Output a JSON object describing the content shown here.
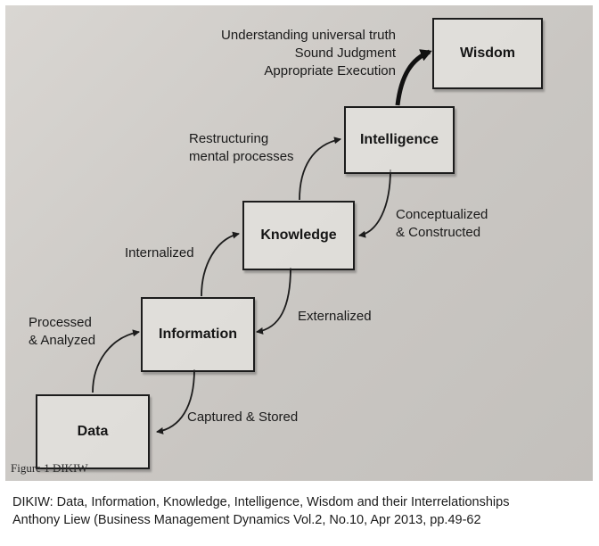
{
  "diagram": {
    "boxes": {
      "data": "Data",
      "information": "Information",
      "knowledge": "Knowledge",
      "intelligence": "Intelligence",
      "wisdom": "Wisdom"
    },
    "labels": {
      "wisdom_line1": "Understanding universal truth",
      "wisdom_line2": "Sound Judgment",
      "wisdom_line3": "Appropriate Execution",
      "restructuring_line1": "Restructuring",
      "restructuring_line2": "mental processes",
      "conceptualized_line1": "Conceptualized",
      "conceptualized_line2": "& Constructed",
      "internalized": "Internalized",
      "externalized": "Externalized",
      "processed_line1": "Processed",
      "processed_line2": "& Analyzed",
      "captured": "Captured & Stored"
    },
    "figure_label": "Figure 1 DIKIW"
  },
  "caption": {
    "line1": "DIKIW: Data, Information, Knowledge, Intelligence, Wisdom and their Interrelationships",
    "line2": "Anthony Liew (Business Management Dynamics Vol.2, No.10, Apr 2013, pp.49-62"
  }
}
